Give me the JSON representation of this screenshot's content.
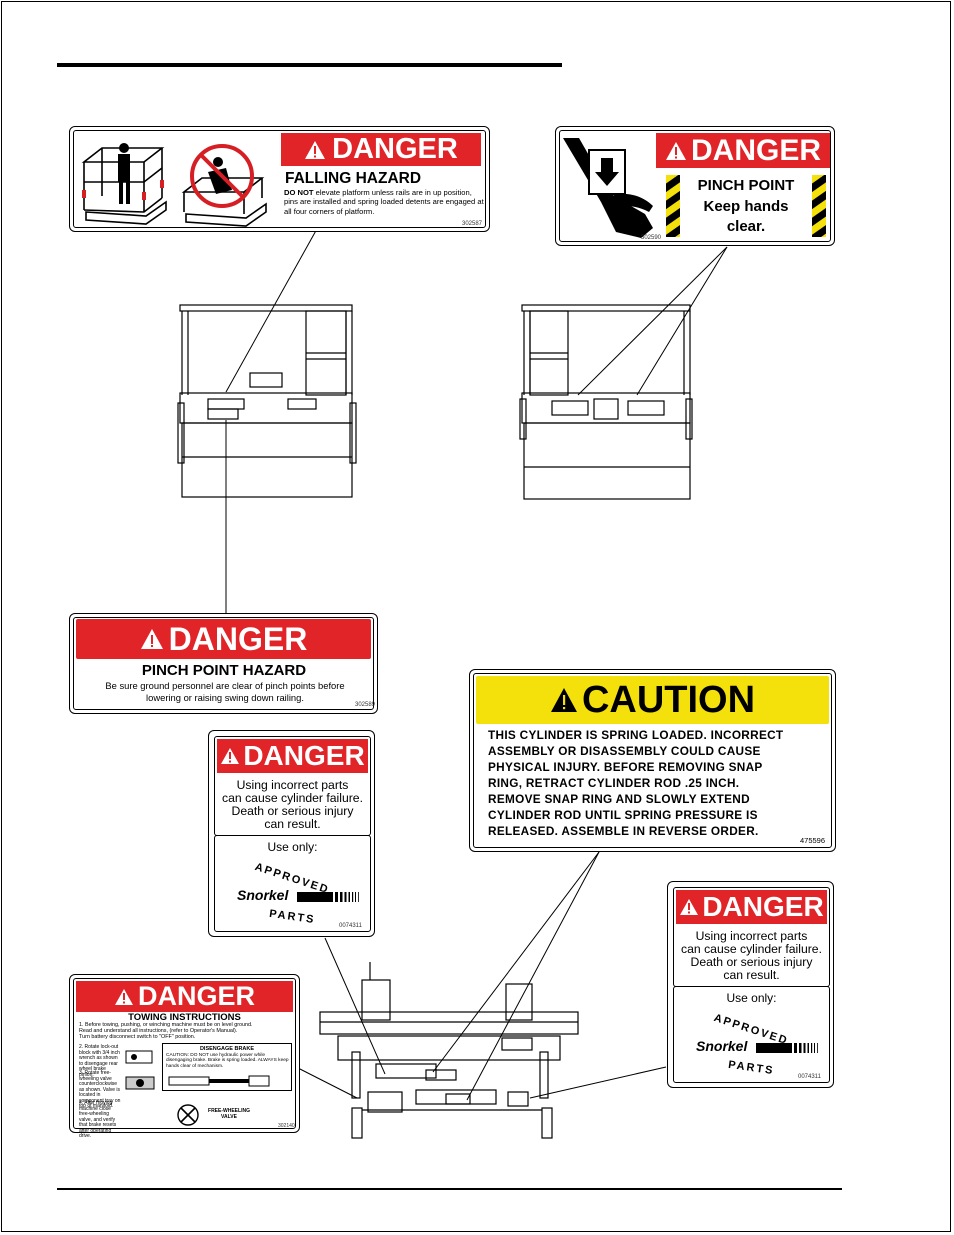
{
  "falling": {
    "header": "DANGER",
    "title": "FALLING HAZARD",
    "body_bold": "DO NOT",
    "body": " elevate platform unless rails are in up position, pins are installed and spring loaded detents are engaged at all four corners of platform.",
    "partno": "302587"
  },
  "pinch_point": {
    "header": "DANGER",
    "line1": "PINCH POINT",
    "line2": "Keep hands",
    "line3": "clear.",
    "partno": "302590"
  },
  "pinch_hazard": {
    "header": "DANGER",
    "title": "PINCH POINT HAZARD",
    "body": "Be sure ground personnel are clear of pinch points before lowering or raising swing down railing.",
    "partno": "302589"
  },
  "caution": {
    "header": "CAUTION",
    "lines": [
      "THIS CYLINDER IS SPRING LOADED. INCORRECT",
      "ASSEMBLY OR DISASSEMBLY COULD CAUSE",
      "PHYSICAL INJURY. BEFORE REMOVING SNAP",
      "RING, RETRACT CYLINDER ROD .25 INCH.",
      "REMOVE SNAP RING AND SLOWLY EXTEND",
      "CYLINDER ROD UNTIL SPRING PRESSURE IS",
      "RELEASED. ASSEMBLE IN REVERSE ORDER."
    ],
    "partno": "475596"
  },
  "parts_left": {
    "header": "DANGER",
    "lines": [
      "Using incorrect parts",
      "can cause cylinder failure.",
      "Death or serious injury",
      "can result."
    ],
    "use_only": "Use only:",
    "approved": "APPROVED",
    "brand": "Snorkel",
    "parts": "PARTS",
    "partno": "0074311"
  },
  "parts_right": {
    "header": "DANGER",
    "lines": [
      "Using incorrect parts",
      "can cause cylinder failure.",
      "Death or serious injury",
      "can result."
    ],
    "use_only": "Use only:",
    "approved": "APPROVED",
    "brand": "Snorkel",
    "parts": "PARTS",
    "partno": "0074311"
  },
  "towing": {
    "header": "DANGER",
    "title": "TOWING  INSTRUCTIONS",
    "steps": [
      "1. Before towing, pushing, or winching machine must be on level ground.",
      "   Read and understand all instructions, (refer to Operator's Manual).",
      "   Turn battery disconnect switch to \"OFF\" position."
    ],
    "left_steps": [
      "2. Rotate lock-out block with 3/4 inch wrench as shown to disengage rear wheel brake pinion.",
      "3. Rotate free-wheeling valve counterclockwise as shown. Valve is located in component tray on top of manifold.",
      "4. After moving machine close free-wheeling valve, and verify that brake resets after operating drive."
    ],
    "brake_title": "DISENGAGE BRAKE",
    "brake_text": "CAUTION: DO NOT use hydraulic power while disengaging brake. Brake is spring loaded. ALWAYS keep hands clear of mechanism.",
    "valve_label": "FREE-WHEELING VALVE",
    "partno": "302140"
  }
}
